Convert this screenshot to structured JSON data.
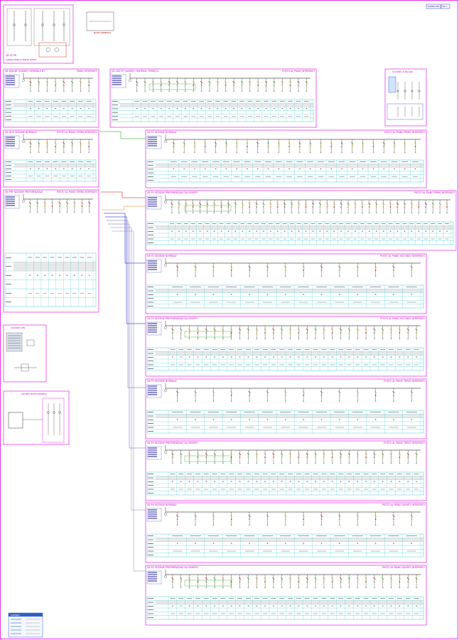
{
  "sheet": {
    "title_block": {
      "code": "SCHEMA UNIF.",
      "sheet_no": "TAV. 1"
    },
    "legend_title": "LEGENDA"
  },
  "colors": {
    "border": "#e000e0",
    "busbar": "#0000cc",
    "table": "#00b0c0",
    "feeder_a": "#cc0000",
    "feeder_b": "#00a000",
    "feeder_c": "#e08000",
    "feeder_d": "#0000c0"
  },
  "top_blocks": {
    "utility": {
      "label": "QE-UT-PR",
      "caption": "CABINA ENEL/UTENTE MT/BT"
    },
    "note_box": {
      "caption": "NOTE GENERALI"
    },
    "aux_right": {
      "caption": "QUADRO AUSILIARI"
    }
  },
  "panels": [
    {
      "id": "qgbt",
      "title": "QE-GEN-BT  QUADRO GENERALE BT",
      "location": "PIANO INTERRATO",
      "feeders": 8
    },
    {
      "id": "qcp",
      "title": "QE-CDZ-PT  QUADRO CENTRALE TERMICA",
      "location": "POSTO AL PIANO INTERRATO",
      "feeders": 22
    },
    {
      "id": "qnorm",
      "title": "QE-NOR  SEZIONE NORMALE",
      "location": "POSTO AL PIANO TERRA INTERRATO",
      "feeders": 8
    },
    {
      "id": "qpref",
      "title": "QE-PRF  SEZIONE PREFERENZIALE",
      "location": "POSTO AL PIANO TERRA INTERRATO",
      "feeders": 9
    },
    {
      "id": "p1n",
      "title": "QE-P1  SEZIONE NORMALE",
      "location": "POSTO AL PIANO PRIMO INTERRATO",
      "feeders": 24
    },
    {
      "id": "p1p",
      "title": "QE-P1  SEZIONE PREFERENZIALE DA GRUPPO",
      "location": "POSTO AL PIANO PRIMO INTERRATO",
      "feeders": 40
    },
    {
      "id": "p2n",
      "title": "QE-P2  SEZIONE NORMALE",
      "location": "POSTO AL PIANO SECONDO INTERRATO",
      "feeders": 14
    },
    {
      "id": "p2p",
      "title": "QE-P2  SEZIONE PREFERENZIALE DA GRUPPO",
      "location": "POSTO AL PIANO SECONDO INTERRATO",
      "feeders": 30
    },
    {
      "id": "p3n",
      "title": "QE-P3  SEZIONE NORMALE",
      "location": "POSTO AL PIANO TERZO INTERRATO",
      "feeders": 14
    },
    {
      "id": "p3p",
      "title": "QE-P3  SEZIONE PREFERENZIALE DA GRUPPO",
      "location": "POSTO AL PIANO TERZO INTERRATO",
      "feeders": 30
    },
    {
      "id": "p4n",
      "title": "QE-P4  SEZIONE NORMALE",
      "location": "POSTO AL PIANO QUARTO INTERRATO",
      "feeders": 14
    },
    {
      "id": "p4p",
      "title": "QE-P4  SEZIONE PREFERENZIALE DA GRUPPO",
      "location": "POSTO AL PIANO QUARTO INTERRATO",
      "feeders": 30
    }
  ],
  "side_blocks": {
    "ups": {
      "caption": "QUADRO UPS"
    },
    "gen": {
      "caption": "GRUPPO ELETTROGENO"
    }
  }
}
